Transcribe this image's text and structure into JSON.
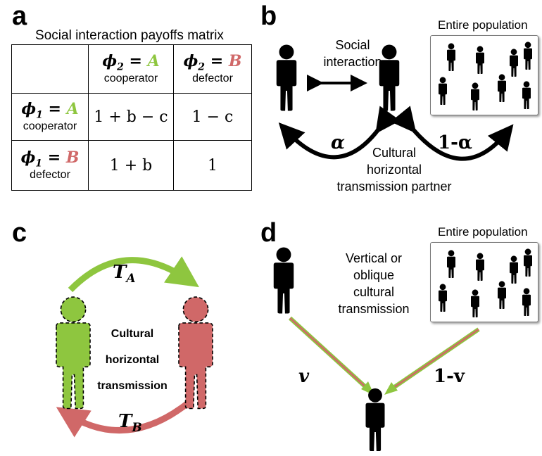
{
  "panels": {
    "a": {
      "letter": "a",
      "title": "Social interaction payoffs matrix",
      "col_headers": [
        {
          "sym": "ϕ",
          "sub": "2",
          "eq": " = ",
          "val": "A",
          "role": "cooperator"
        },
        {
          "sym": "ϕ",
          "sub": "2",
          "eq": " = ",
          "val": "B",
          "role": "defector"
        }
      ],
      "row_headers": [
        {
          "sym": "ϕ",
          "sub": "1",
          "eq": " = ",
          "val": "A",
          "role": "cooperator"
        },
        {
          "sym": "ϕ",
          "sub": "1",
          "eq": " = ",
          "val": "B",
          "role": "defector"
        }
      ],
      "cells": [
        [
          "1 + b − c",
          "1 − c"
        ],
        [
          "1 + b",
          "1"
        ]
      ]
    },
    "b": {
      "letter": "b",
      "population_label": "Entire population",
      "social_interaction": "Social\ninteraction",
      "alpha": "α",
      "one_minus_alpha": "1-α",
      "partner_label": "Cultural\nhorizontal\ntransmission partner"
    },
    "c": {
      "letter": "c",
      "ta": "T",
      "ta_sub": "A",
      "tb": "T",
      "tb_sub": "B",
      "center_label": [
        "Cultural",
        "horizontal",
        "transmission"
      ]
    },
    "d": {
      "letter": "d",
      "population_label": "Entire population",
      "vertical_label": "Vertical or\noblique\ncultural\ntransmission",
      "v": "v",
      "one_minus_v": "1-v"
    }
  },
  "colors": {
    "green": "#8ec63f",
    "red": "#d06868",
    "black": "#000000"
  }
}
